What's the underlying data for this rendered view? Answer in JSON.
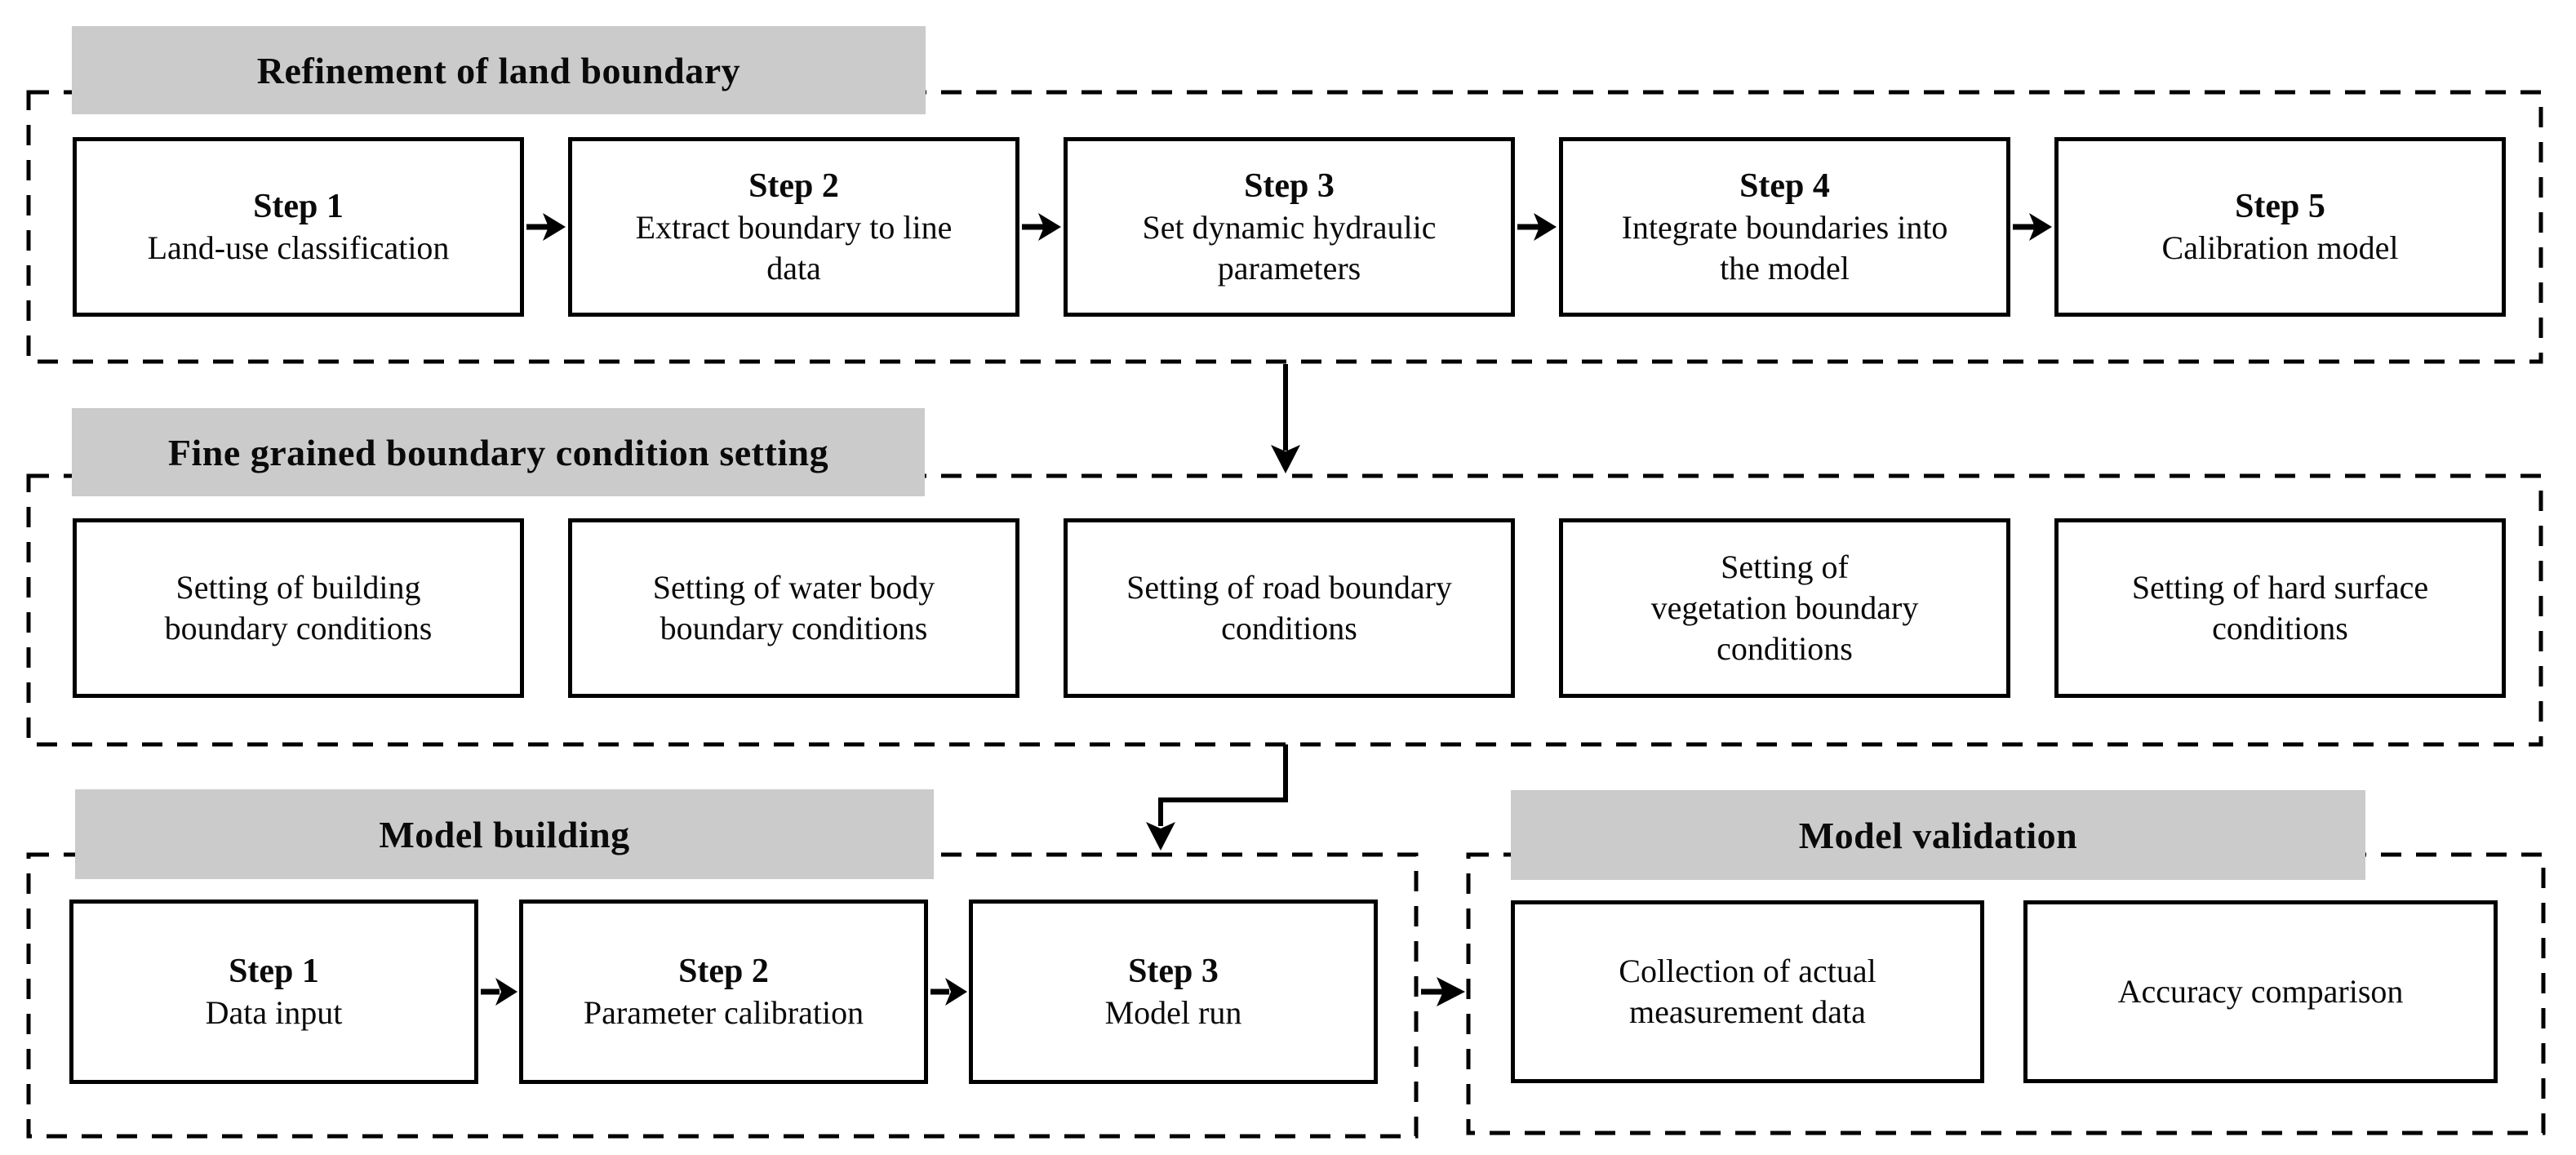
{
  "palette": {
    "section_title_bg": "#cbcbcb",
    "line_color": "#000000",
    "box_bg": "#ffffff",
    "page_bg": "#ffffff"
  },
  "sections": [
    {
      "title": "Refinement of land boundary",
      "boxes": [
        {
          "step": "Step 1",
          "text": "Land-use classification"
        },
        {
          "step": "Step 2",
          "text": "Extract boundary to line\ndata"
        },
        {
          "step": "Step 3",
          "text": "Set dynamic hydraulic\nparameters"
        },
        {
          "step": "Step 4",
          "text": "Integrate boundaries into\nthe model"
        },
        {
          "step": "Step 5",
          "text": "Calibration model"
        }
      ]
    },
    {
      "title": "Fine grained boundary condition setting",
      "boxes": [
        {
          "text": "Setting of building\nboundary conditions"
        },
        {
          "text": "Setting of water body\nboundary conditions"
        },
        {
          "text": "Setting of road boundary\nconditions"
        },
        {
          "text": "Setting of\nvegetation boundary\nconditions"
        },
        {
          "text": "Setting of hard surface\nconditions"
        }
      ]
    },
    {
      "title": "Model building",
      "boxes": [
        {
          "step": "Step 1",
          "text": "Data input"
        },
        {
          "step": "Step 2",
          "text": "Parameter calibration"
        },
        {
          "step": "Step 3",
          "text": "Model run"
        }
      ]
    },
    {
      "title": "Model validation",
      "boxes": [
        {
          "text": "Collection of actual\nmeasurement data"
        },
        {
          "text": "Accuracy comparison"
        }
      ]
    }
  ]
}
